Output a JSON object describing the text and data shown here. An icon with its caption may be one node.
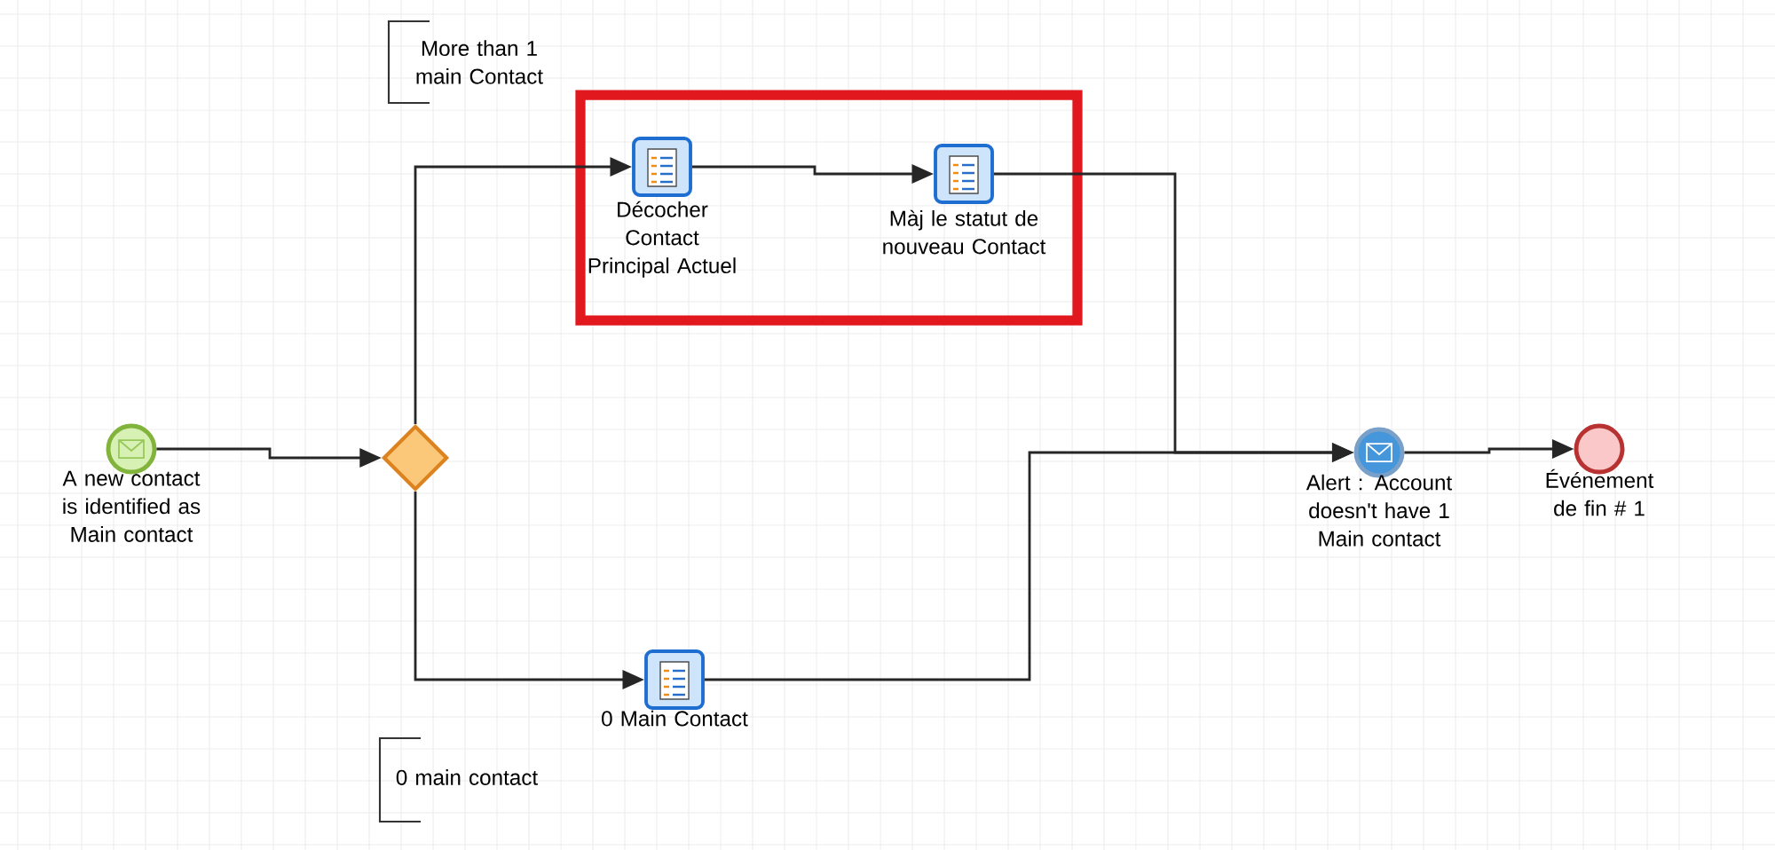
{
  "diagram": {
    "nodes": [
      {
        "text": [
          "A new contact is identified as Main contact"
        ]
      },
      {
        "text": [],
        "shape": "diamond"
      },
      {
        "text": [],
        "shape": "box"
      },
      {
        "text": [
          "Décocher Contact Principal Actuel"
        ],
        "in": 2
      },
      {
        "text": [
          "Màj le statut de nouveau Contact"
        ],
        "in": 2
      },
      {
        "text": [
          "0 Main Contact"
        ]
      },
      {
        "text": [
          "Alert : Account doesn't have 1 Main contact"
        ]
      },
      {
        "text": [
          "Événement de fin # 1"
        ]
      }
    ],
    "edges": [
      {
        "from": 0,
        "to": 1,
        "arrow": "to"
      },
      {
        "from": 1,
        "to": 3,
        "arrow": "to"
      },
      {
        "from": 3,
        "to": 4,
        "arrow": "to"
      },
      {
        "from": 1,
        "to": 5,
        "arrow": "to"
      },
      {
        "from": 4,
        "to": 6,
        "arrow": "to"
      },
      {
        "from": 5,
        "to": 6,
        "arrow": "to"
      },
      {
        "from": 6,
        "to": 7,
        "arrow": "to"
      }
    ],
    "labels": [
      "More than 1 main Contact",
      "0 main contact"
    ]
  }
}
